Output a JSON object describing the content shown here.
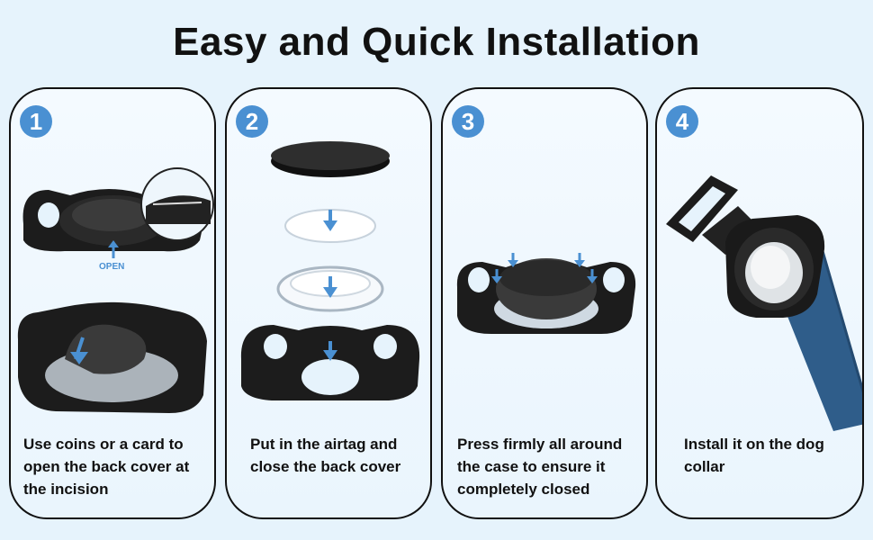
{
  "title": "Easy and Quick Installation",
  "steps": [
    {
      "number": "1",
      "caption": "Use coins or a card to open the back cover at the incision",
      "open_label": "OPEN"
    },
    {
      "number": "2",
      "caption": "Put in the airtag and close the back cover"
    },
    {
      "number": "3",
      "caption": "Press firmly all around the case to ensure it completely closed"
    },
    {
      "number": "4",
      "caption": "Install it on the dog collar"
    }
  ],
  "colors": {
    "background": "#e6f3fc",
    "badge": "#4a90d2",
    "arrow": "#4a90d2",
    "product": "#1a1a1a",
    "strap": "#2f5d8a"
  }
}
